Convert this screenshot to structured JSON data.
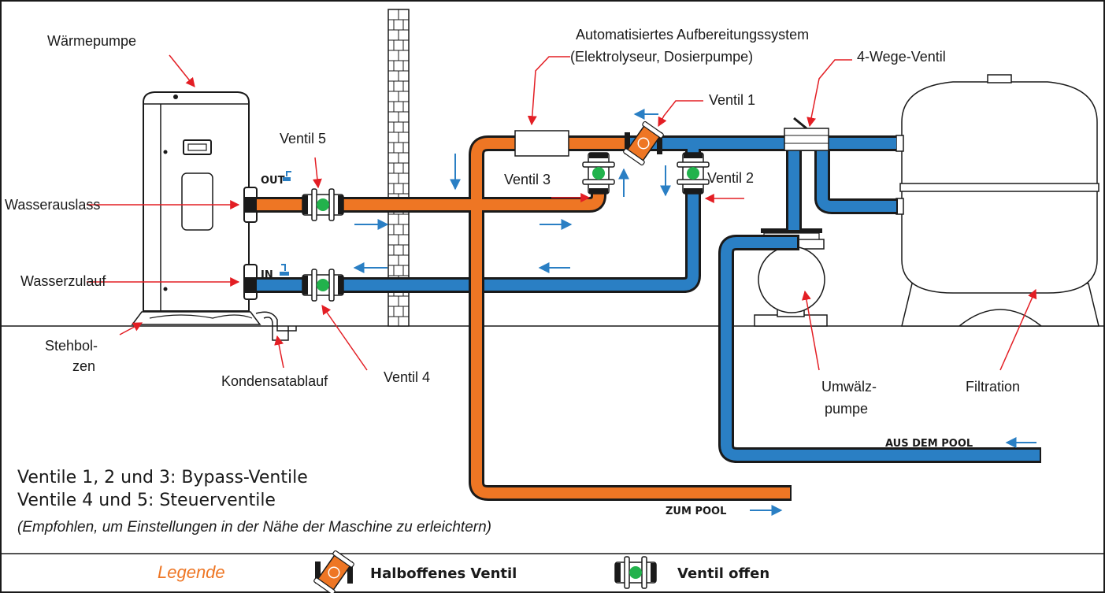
{
  "labels": {
    "waermepumpe": "Wärmepumpe",
    "wasserauslass": "Wasserauslass",
    "wasserzulauf": "Wasserzulauf",
    "stehbolzen_1": "Stehbol-",
    "stehbolzen_2": "zen",
    "kondensatablauf": "Kondensatablauf",
    "ventil_1": "Ventil 1",
    "ventil_2": "Ventil 2",
    "ventil_3": "Ventil 3",
    "ventil_4": "Ventil 4",
    "ventil_5": "Ventil 5",
    "aufbereitung_1": "Automatisiertes Aufbereitungssystem",
    "aufbereitung_2": "(Elektrolyseur, Dosierpumpe)",
    "vierwege": "4-Wege-Ventil",
    "umwaelz_1": "Umwälz-",
    "umwaelz_2": "pumpe",
    "filtration": "Filtration",
    "out": "OUT",
    "in": "IN",
    "aus_dem_pool": "AUS DEM POOL",
    "zum_pool": "ZUM POOL"
  },
  "notes": {
    "line1": "Ventile 1, 2 und 3: Bypass-Ventile",
    "line2": "Ventile 4 und 5: Steuerventile",
    "line3": "(Empfohlen, um Einstellungen in der Nähe der Maschine zu erleichtern)"
  },
  "legend": {
    "title": "Legende",
    "half_open": "Halboffenes Ventil",
    "open": "Ventil offen"
  },
  "colors": {
    "hot_pipe": "#ee7624",
    "cold_pipe": "#2a7fc4",
    "pipe_outline": "#1a1a1a",
    "arrow": "#2a7fc4",
    "pointer": "#e31e24",
    "valve_open": "#22b24c",
    "legend_title": "#ee7624"
  }
}
